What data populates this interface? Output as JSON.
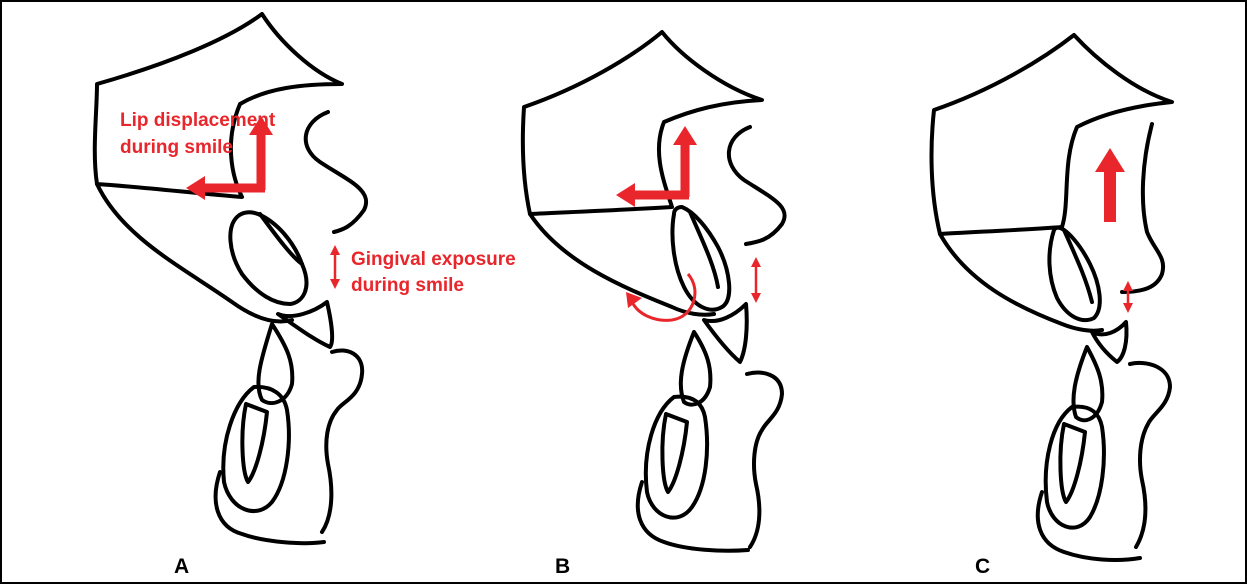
{
  "figure": {
    "panels": [
      {
        "letter": "A"
      },
      {
        "letter": "B"
      },
      {
        "letter": "C"
      }
    ],
    "annotations": {
      "lip_label_line1": "Lip displacement",
      "lip_label_line2": "during smile",
      "gingival_label_line1": "Gingival exposure",
      "gingival_label_line2": "during smile"
    },
    "colors": {
      "annotation": "#e8262b",
      "outline": "#000000",
      "border": "#000000"
    }
  }
}
